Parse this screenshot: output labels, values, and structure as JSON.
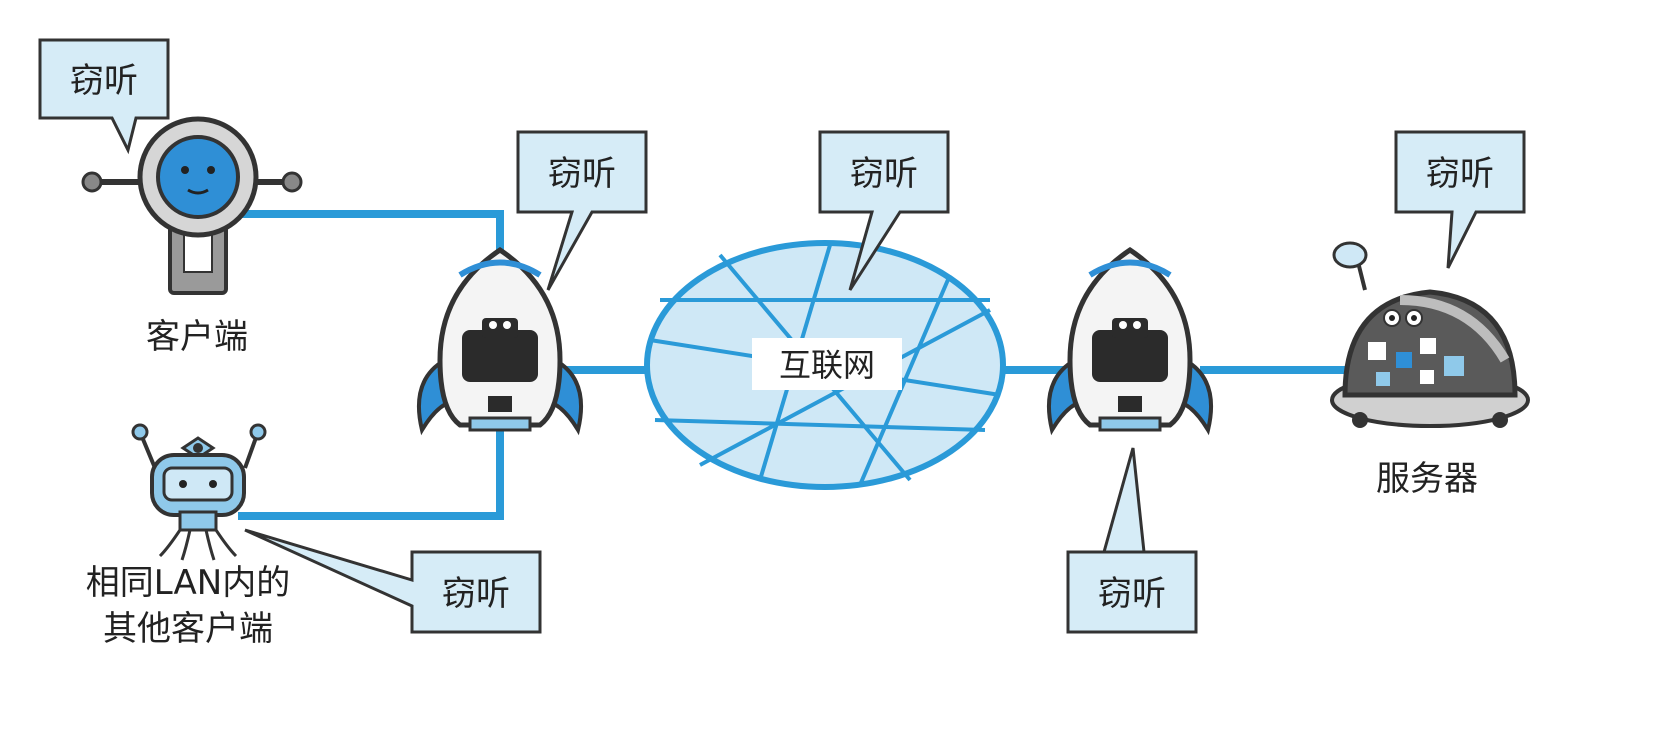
{
  "labels": {
    "eavesdrop": "窃听",
    "client": "客户端",
    "lan_clients_line1": "相同LAN内的",
    "lan_clients_line2": "其他客户端",
    "internet": "互联网",
    "server": "服务器"
  },
  "colors": {
    "link": "#2a9ad8",
    "bubble_fill": "#d6ecf7",
    "bubble_stroke": "#333333",
    "cloud_fill": "#cfe8f6",
    "accent_blue": "#2f8fd6"
  }
}
